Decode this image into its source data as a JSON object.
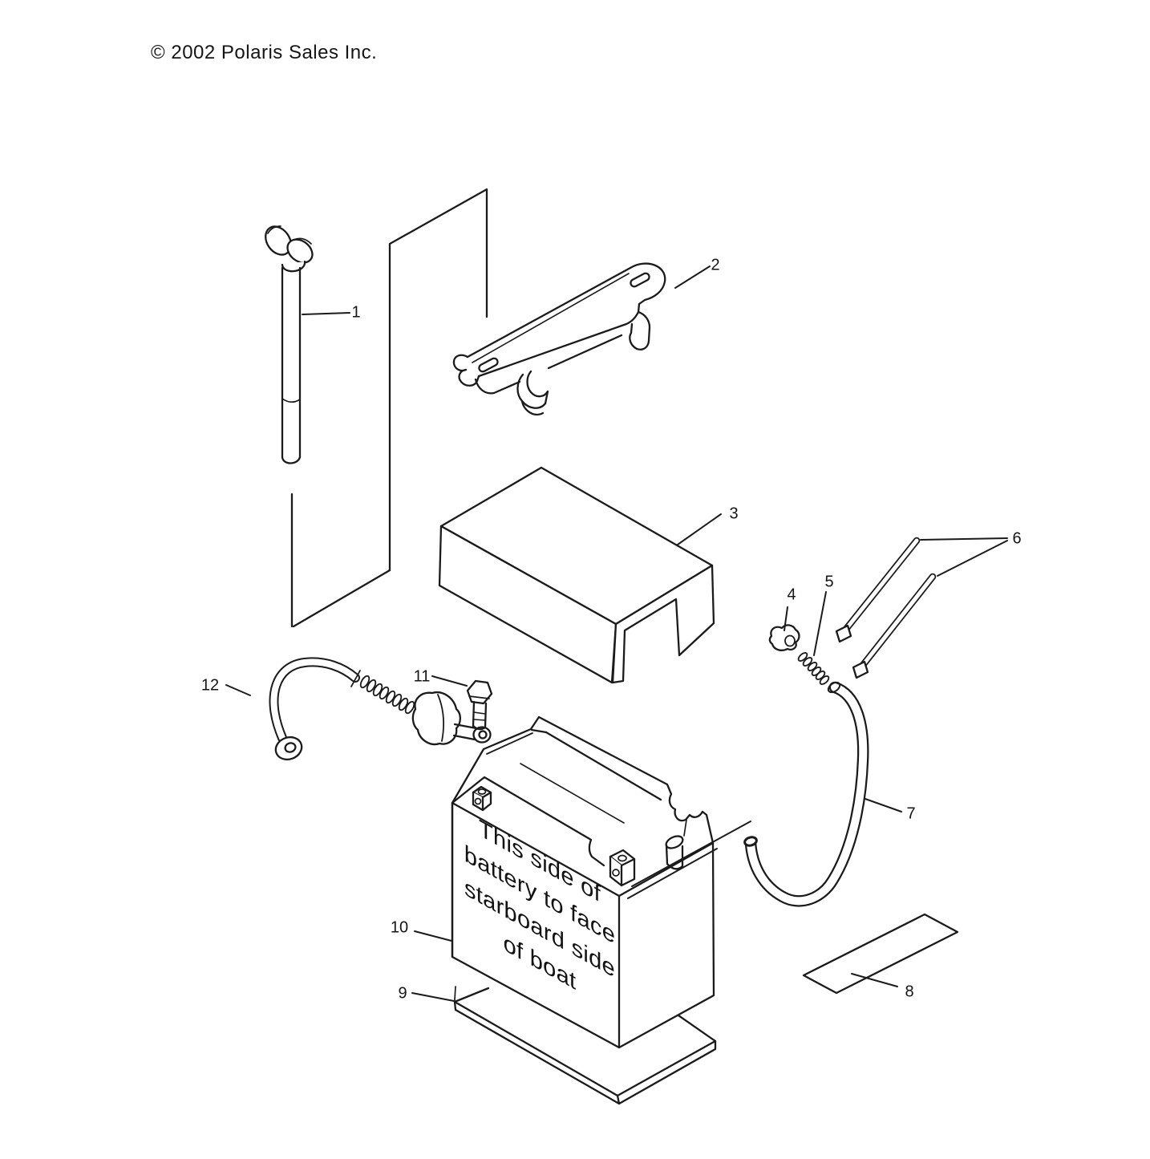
{
  "copyright": "© 2002 Polaris Sales Inc.",
  "battery_text": {
    "lines": [
      "This side of",
      "battery to face",
      "starboard side",
      "of boat"
    ]
  },
  "callouts": {
    "labels": [
      "1",
      "2",
      "3",
      "4",
      "5",
      "6",
      "7",
      "8",
      "9",
      "10",
      "11",
      "12"
    ]
  }
}
